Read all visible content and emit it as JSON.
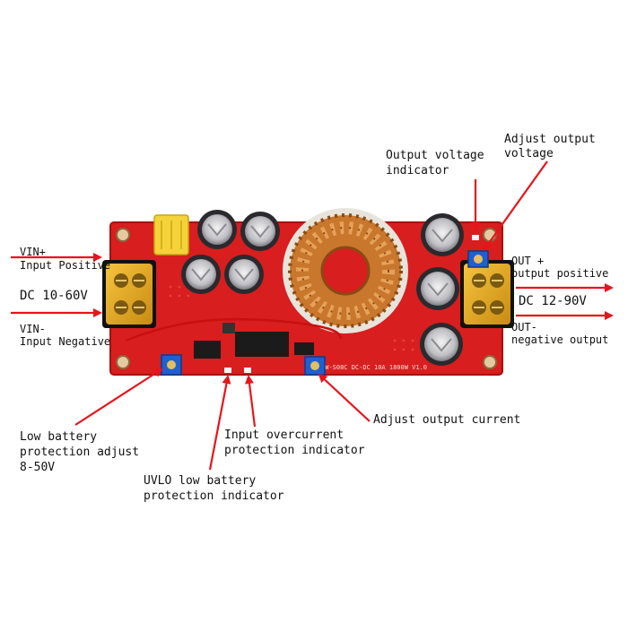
{
  "colors": {
    "background": "#ffffff",
    "pcb": "#d81e1e",
    "pcb_dark": "#b81414",
    "arrow": "#e8141a",
    "copper": "#c8772c",
    "terminal": "#e0a51c",
    "capacitor": "#2a2a2e",
    "potentiometer": "#1f5fd0"
  },
  "labels": {
    "vin_plus_1": "VIN+",
    "vin_plus_2": "Input Positive",
    "dc_in": "DC 10-60V",
    "vin_minus_1": "VIN-",
    "vin_minus_2": "Input Negative",
    "out_volt_ind_1": "Output voltage",
    "out_volt_ind_2": "indicator",
    "adj_out_volt_1": "Adjust output",
    "adj_out_volt_2": "voltage",
    "out_plus_1": "OUT +",
    "out_plus_2": "output positive",
    "dc_out": "DC 12-90V",
    "out_minus_1": "OUT-",
    "out_minus_2": "negative output",
    "adj_out_current": "Adjust output current",
    "input_oc_1": "Input overcurrent",
    "input_oc_2": "protection indicator",
    "low_batt_1": "Low battery",
    "low_batt_2": "protection adjust",
    "low_batt_3": "8-50V",
    "uvlo_1": "UVLO low battery",
    "uvlo_2": "protection indicator"
  },
  "board": {
    "silkscreen": "HW-S08C DC-DC 10A 1800W V1.0",
    "component_icons": [
      "capacitor-icon",
      "inductor-coil-icon",
      "terminal-block-icon",
      "potentiometer-icon",
      "fuse-icon",
      "led-icon"
    ]
  }
}
